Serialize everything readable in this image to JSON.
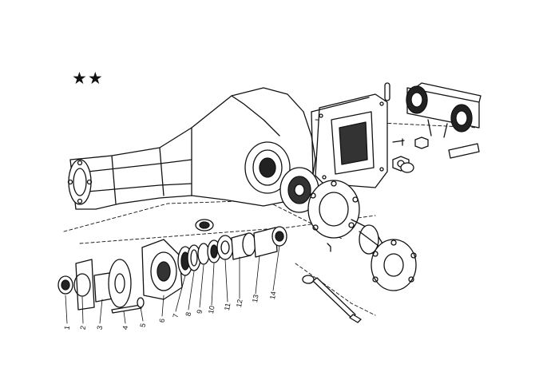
{
  "header": {
    "marks": "★★"
  },
  "callouts": [
    "1",
    "2",
    "3",
    "4",
    "5",
    "6",
    "7",
    "8",
    "9",
    "10",
    "11",
    "12",
    "13",
    "14"
  ],
  "colors": {
    "ink": "#111111",
    "paper": "#ffffff"
  }
}
